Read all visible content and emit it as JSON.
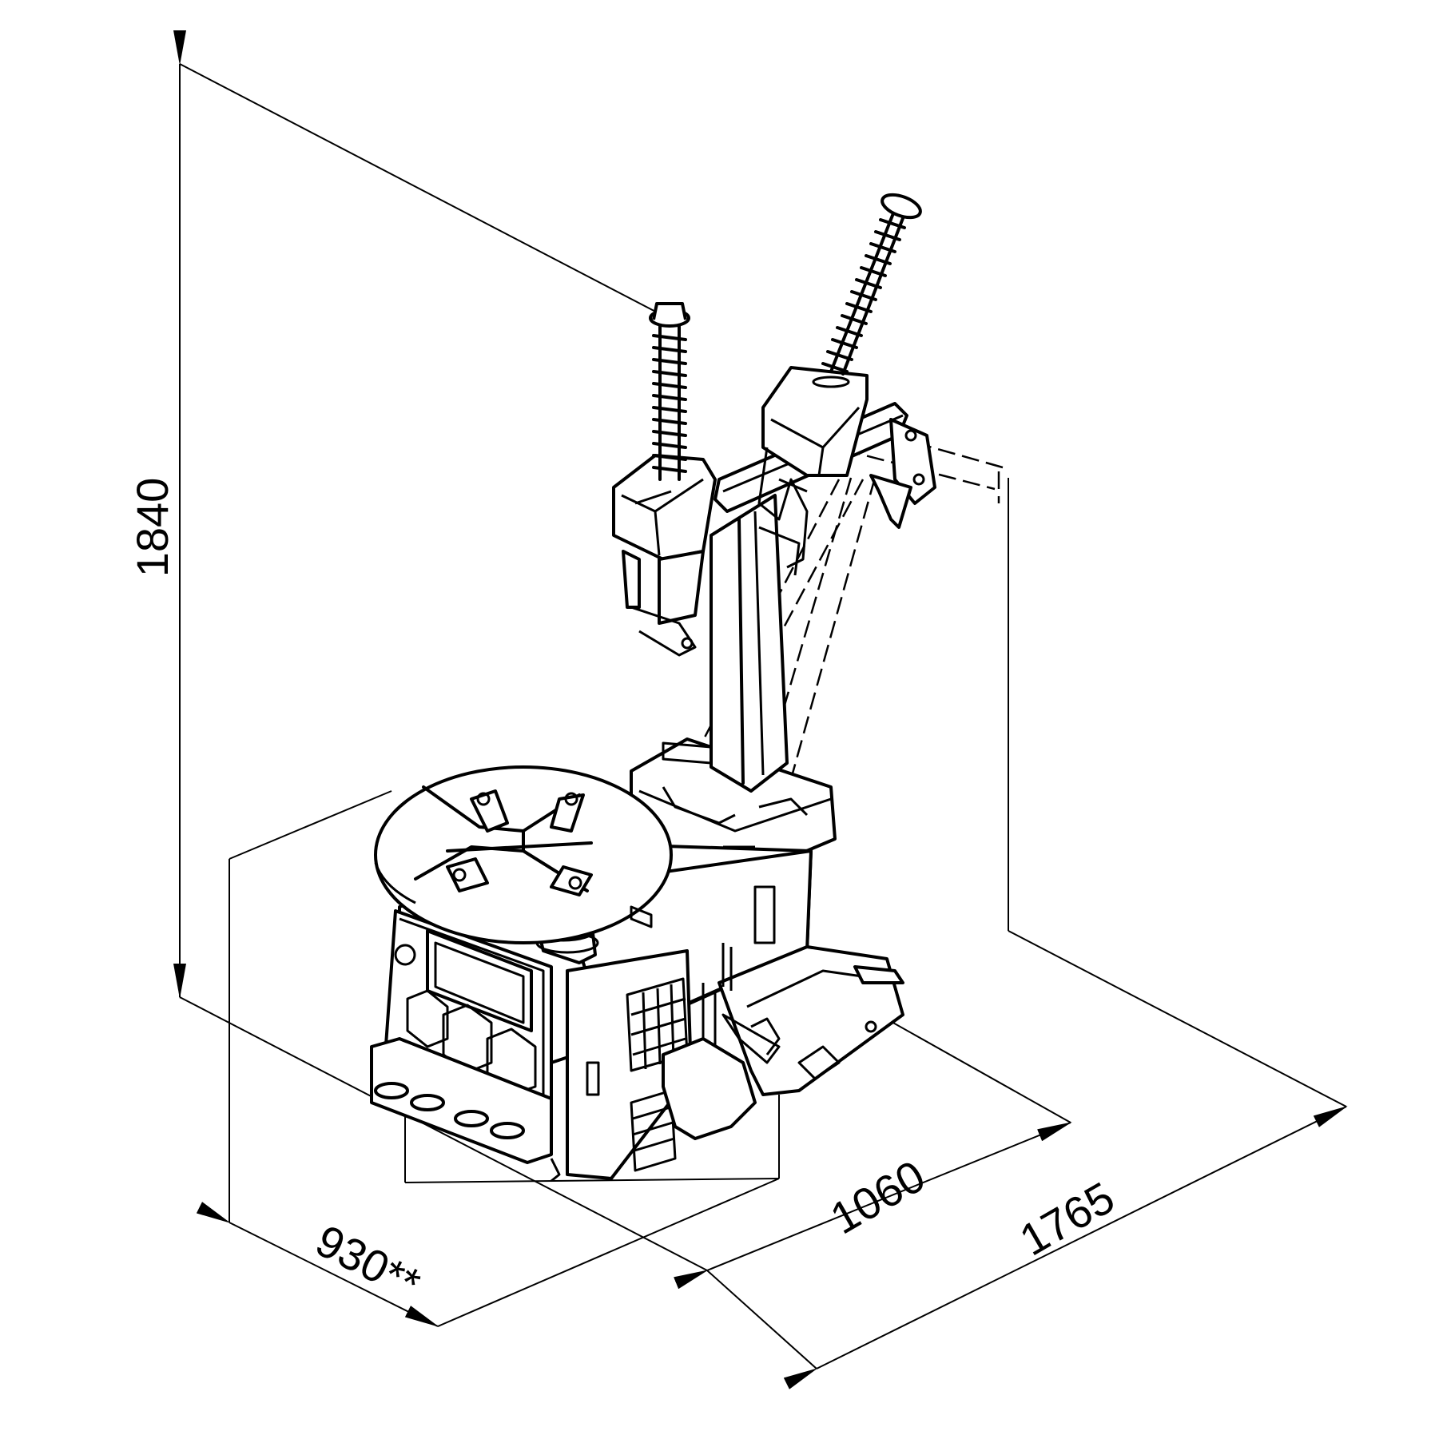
{
  "dimensions": {
    "height": "1840",
    "width": "930**",
    "depth": "1060",
    "depth_max": "1765"
  },
  "colors": {
    "line": "#000000",
    "background": "#ffffff"
  }
}
